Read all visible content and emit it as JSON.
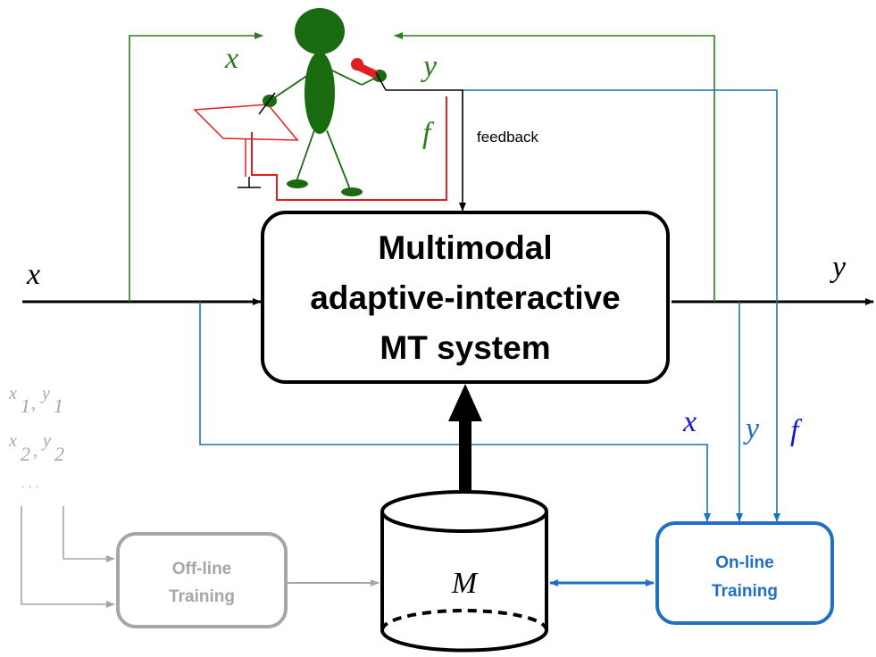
{
  "main_box": {
    "line1": "Multimodal",
    "line2": "adaptive-interactive",
    "line3": "MT system"
  },
  "labels": {
    "input_x": "x",
    "output_y": "y",
    "user_x": "x",
    "user_y": "y",
    "user_f": "f",
    "feedback": "feedback",
    "online_x": "x",
    "online_y": "y",
    "online_f": "f",
    "model": "M"
  },
  "corpus": {
    "pair1": {
      "x": "x",
      "x_sub": "1",
      "sep": ",",
      "y": "y",
      "y_sub": "1"
    },
    "pair2": {
      "x": "x",
      "x_sub": "2",
      "sep": ",",
      "y": "y",
      "y_sub": "2"
    },
    "ellipsis": ". . ."
  },
  "offline_box": {
    "line1": "Off-line",
    "line2": "Training"
  },
  "online_box": {
    "line1": "On-line",
    "line2": "Training"
  },
  "colors": {
    "black": "#000000",
    "green": "#2e7d1e",
    "dark_green": "#1a6b0f",
    "blue": "#1f6fc4",
    "label_blue": "#1414d2",
    "gray": "#a6a6a6",
    "red": "#e02020"
  }
}
